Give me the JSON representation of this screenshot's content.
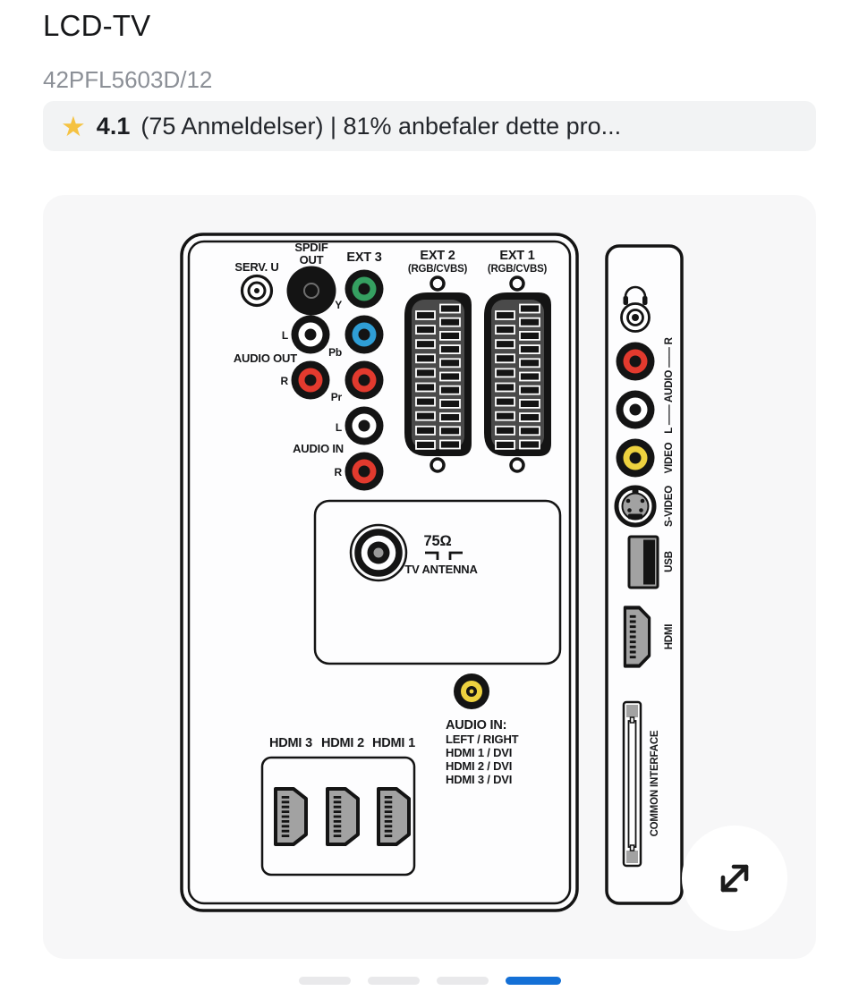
{
  "header": {
    "title": "LCD-TV",
    "model": "42PFL5603D/12"
  },
  "rating": {
    "score": "4.1",
    "reviews_and_recommend": "(75 Anmeldelser) | 81% anbefaler dette pro...",
    "star_color": "#f5c242",
    "background": "#f2f3f4"
  },
  "image_viewer": {
    "background": "#f7f7f8"
  },
  "diagram": {
    "line_color": "#141414",
    "connector_colors": {
      "red": "#e23a2e",
      "white": "#ffffff",
      "yellow": "#eed23f",
      "green": "#35a061",
      "blue": "#2f9ed6",
      "gray": "#a2a2a2"
    },
    "labels": {
      "serv_u": "SERV. U",
      "spdif_line1": "SPDIF",
      "spdif_line2": "OUT",
      "ext3": "EXT 3",
      "y": "Y",
      "pb": "Pb",
      "pr": "Pr",
      "l": "L",
      "r": "R",
      "audio_out": "AUDIO OUT",
      "audio_in": "AUDIO IN",
      "ext2": "EXT 2",
      "ext1": "EXT 1",
      "rgb_cvbs": "(RGB/CVBS)",
      "ohm": "75Ω",
      "tv_antenna": "TV ANTENNA",
      "audio_in_block_title": "AUDIO IN:",
      "audio_in_block_lines": [
        "LEFT / RIGHT",
        "HDMI 1 / DVI",
        "HDMI 2 / DVI",
        "HDMI 3 / DVI"
      ],
      "hdmi3": "HDMI 3",
      "hdmi2": "HDMI 2",
      "hdmi1": "HDMI 1",
      "side_audio": "L —— AUDIO —— R",
      "video": "VIDEO",
      "s_video": "S-VIDEO",
      "usb": "USB",
      "hdmi": "HDMI",
      "common_interface": "COMMON INTERFACE"
    }
  },
  "carousel": {
    "count": 4,
    "active_index": 3,
    "active_color": "#1470d6",
    "inactive_color": "#e9e9eb"
  }
}
